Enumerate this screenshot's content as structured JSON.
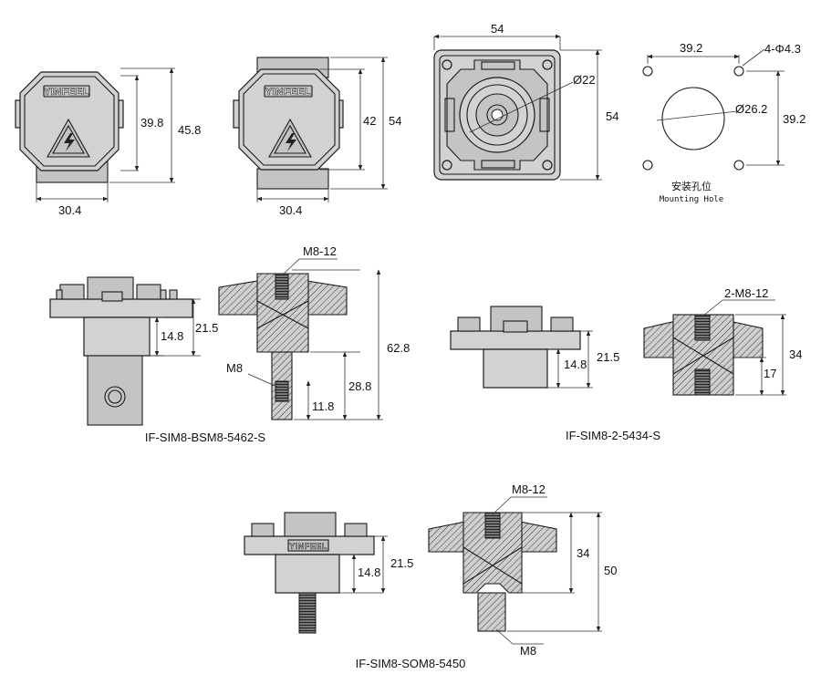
{
  "brand": "YINFEEL",
  "mounting_hole": {
    "title_cn": "安装孔位",
    "title_en": "Mounting Hole"
  },
  "dims": {
    "top1_h_inner": "39.8",
    "top1_h_outer": "45.8",
    "top1_w": "30.4",
    "top2_h_inner": "42",
    "top2_h_outer": "54",
    "top2_w": "30.4",
    "top3_w": "54",
    "top3_h": "54",
    "top3_dia": "Ø22",
    "hole_w": "39.2",
    "hole_h": "39.2",
    "hole_spec": "4-Φ4.3",
    "hole_dia": "Ø26.2",
    "m1_body": "14.8",
    "m1_total": "21.5",
    "m1_thread_top": "M8-12",
    "m1_thread_bot": "M8",
    "m1_len": "28.8",
    "m1_tip": "11.8",
    "m1_overall": "62.8",
    "m2_body": "14.8",
    "m2_total": "21.5",
    "m2_thread": "2-M8-12",
    "m2_half": "17",
    "m2_overall": "34",
    "m3_body": "14.8",
    "m3_total": "21.5",
    "m3_thread_top": "M8-12",
    "m3_thread_bot": "M8",
    "m3_mid": "34",
    "m3_overall": "50"
  },
  "models": {
    "bsm": "IF-SIM8-BSM8-5462-S",
    "m2": "IF-SIM8-2-5434-S",
    "som": "IF-SIM8-SOM8-5450"
  }
}
